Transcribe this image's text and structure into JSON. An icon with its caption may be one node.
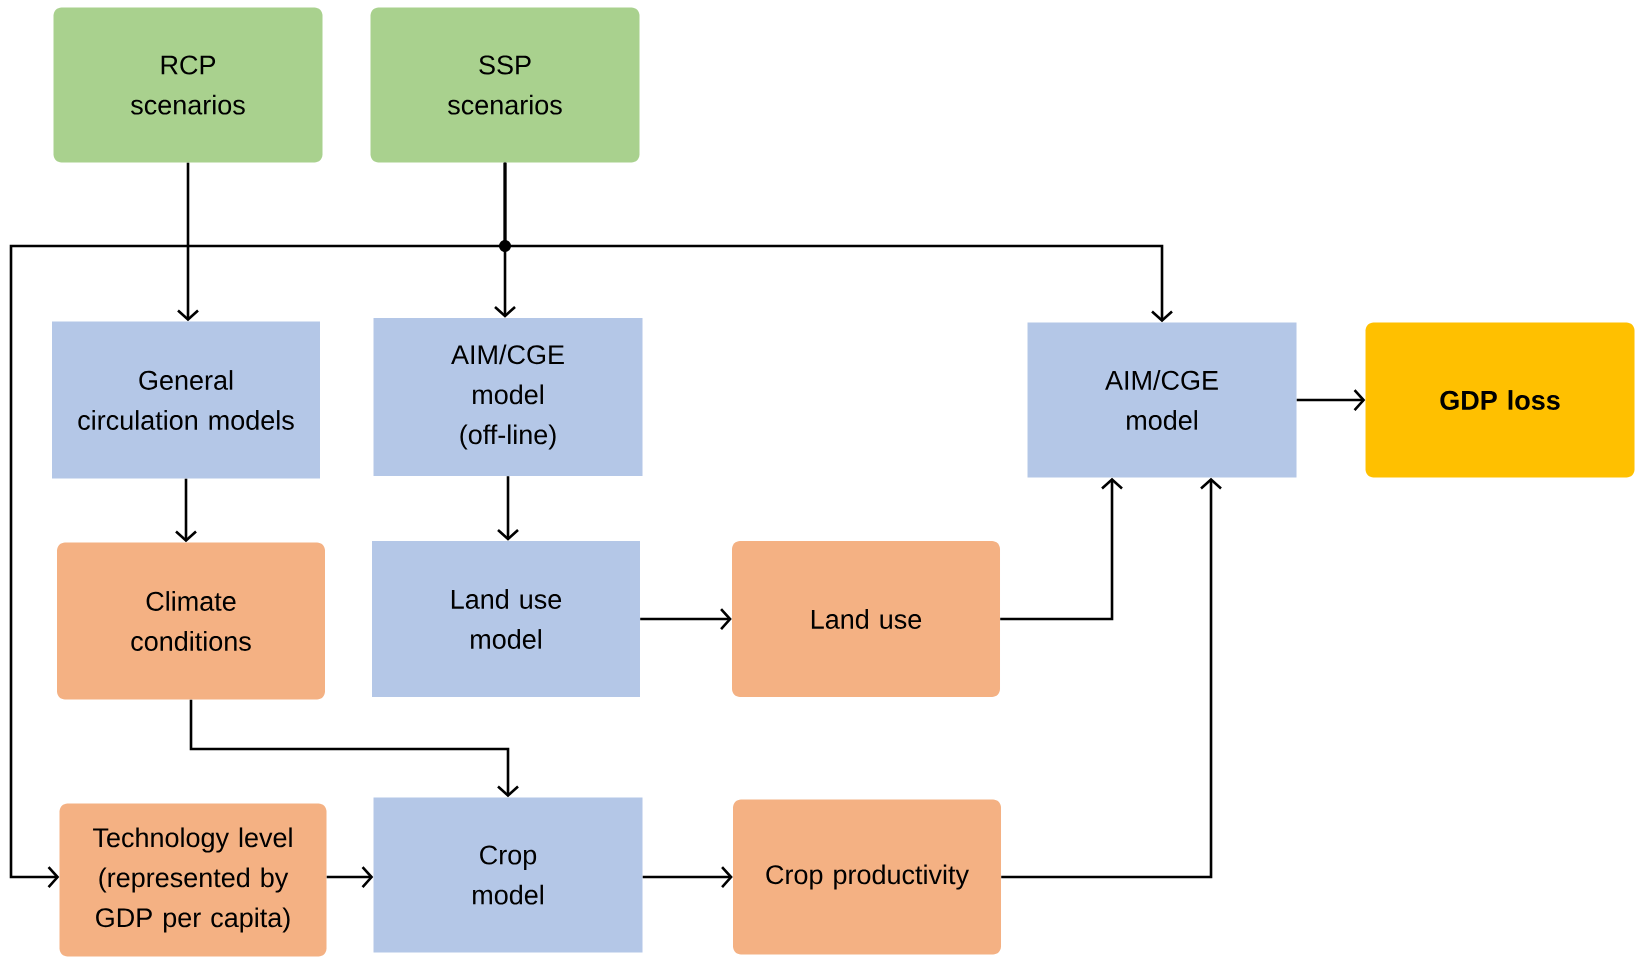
{
  "diagram": {
    "nodes": [
      {
        "text": [
          "RCP scenarios"
        ]
      },
      {
        "text": [
          "SSP scenarios"
        ]
      },
      {
        "text": [
          "General circulation models"
        ]
      },
      {
        "text": [
          "AIM/CGE model (off-line)"
        ]
      },
      {
        "text": [
          "AIM/CGE model"
        ]
      },
      {
        "text": [
          "GDP loss"
        ]
      },
      {
        "text": [
          "Climate conditions"
        ]
      },
      {
        "text": [
          "Land use model"
        ]
      },
      {
        "text": [
          "Land use"
        ]
      },
      {
        "text": [
          "Technology level (represented by GDP per capita)"
        ]
      },
      {
        "text": [
          "Crop model"
        ]
      },
      {
        "text": [
          "Crop productivity"
        ]
      }
    ],
    "edges": [
      {
        "from": 0,
        "to": 2,
        "arrow": "to"
      },
      {
        "from": 1,
        "to": 3,
        "arrow": "to"
      },
      {
        "from": 1,
        "to": 4,
        "arrow": "to"
      },
      {
        "from": 1,
        "to": 9,
        "arrow": "to"
      },
      {
        "from": 2,
        "to": 6,
        "arrow": "to"
      },
      {
        "from": 3,
        "to": 7,
        "arrow": "to"
      },
      {
        "from": 7,
        "to": 8,
        "arrow": "to"
      },
      {
        "from": 8,
        "to": 4,
        "arrow": "to"
      },
      {
        "from": 6,
        "to": 10,
        "arrow": "to"
      },
      {
        "from": 9,
        "to": 10,
        "arrow": "to"
      },
      {
        "from": 10,
        "to": 11,
        "arrow": "to"
      },
      {
        "from": 11,
        "to": 4,
        "arrow": "to"
      },
      {
        "from": 4,
        "to": 5,
        "arrow": "to"
      }
    ]
  }
}
